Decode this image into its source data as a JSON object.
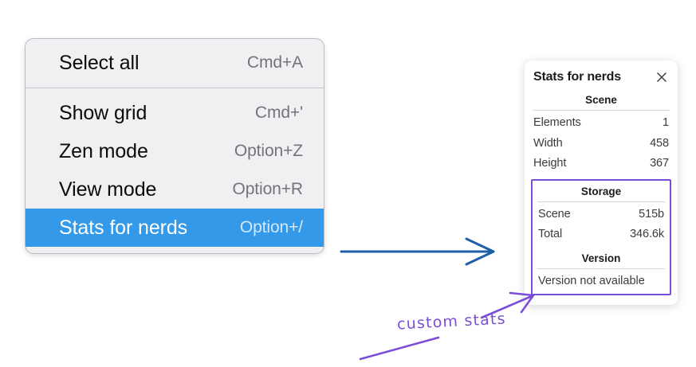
{
  "context_menu": {
    "groups": [
      {
        "items": [
          {
            "label": "Select all",
            "shortcut": "Cmd+A",
            "highlighted": false
          }
        ]
      },
      {
        "items": [
          {
            "label": "Show grid",
            "shortcut": "Cmd+'",
            "highlighted": false
          },
          {
            "label": "Zen mode",
            "shortcut": "Option+Z",
            "highlighted": false
          },
          {
            "label": "View mode",
            "shortcut": "Option+R",
            "highlighted": false
          },
          {
            "label": "Stats for nerds",
            "shortcut": "Option+/",
            "highlighted": true
          }
        ]
      }
    ],
    "highlight_color": "#3399e8",
    "background_color": "#f0f0f2"
  },
  "stats_panel": {
    "title": "Stats for nerds",
    "close_icon": "close-icon",
    "sections": [
      {
        "title": "Scene",
        "rows": [
          {
            "label": "Elements",
            "value": "1"
          },
          {
            "label": "Width",
            "value": "458"
          },
          {
            "label": "Height",
            "value": "367"
          }
        ]
      },
      {
        "title": "Storage",
        "rows": [
          {
            "label": "Scene",
            "value": "515b"
          },
          {
            "label": "Total",
            "value": "346.6k"
          }
        ]
      },
      {
        "title": "Version",
        "single_value": "Version not available"
      }
    ],
    "highlight_border_color": "#7c4dd6"
  },
  "annotations": {
    "blue_arrow": {
      "color": "#1f5fa8",
      "name": "blue-flow-arrow"
    },
    "purple_note": {
      "text": "custom stats",
      "color": "#7c4dd6"
    }
  }
}
